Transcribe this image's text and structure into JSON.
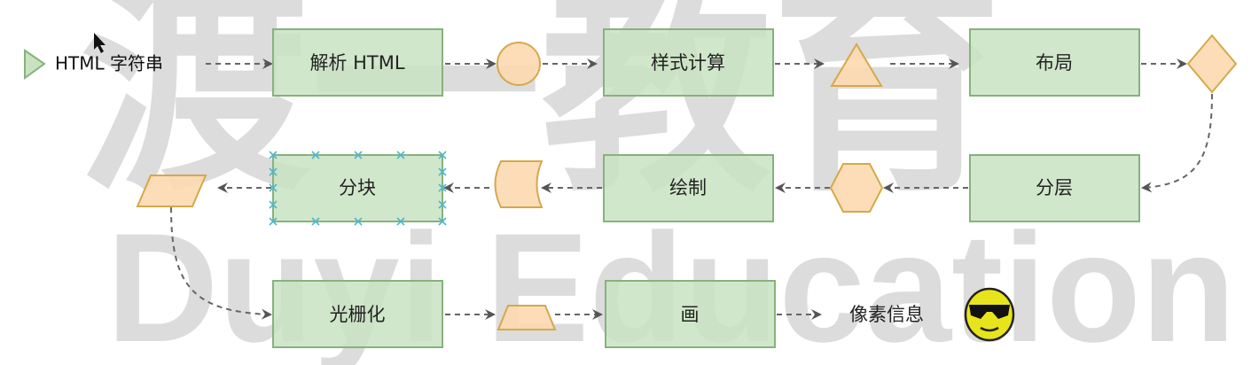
{
  "watermark": {
    "top": "渡一教育",
    "bottom": "Duyi Education"
  },
  "start_label": "HTML  字符串",
  "steps": {
    "parse": "解析 HTML",
    "style": "样式计算",
    "layout": "布局",
    "layer": "分层",
    "paint": "绘制",
    "tiling": "分块",
    "raster": "光栅化",
    "draw": "画"
  },
  "end_label": "像素信息",
  "colors": {
    "box": "#c9e3c2",
    "shape": "#fcd9b0",
    "selection": "#4fb6cf"
  }
}
